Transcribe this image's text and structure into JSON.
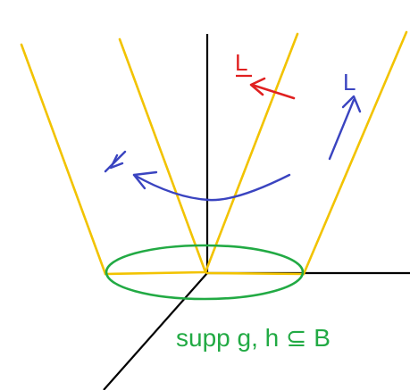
{
  "labels": {
    "L_red": "L",
    "L_blue": "L",
    "support_caption": "supp g, h ⊆ B"
  },
  "colors": {
    "axes": "#000000",
    "cones": "#f2c300",
    "support_disk": "#22aa44",
    "red_vector": "#e02020",
    "blue_vectors": "#3a44c0",
    "background": "#ffffff"
  }
}
